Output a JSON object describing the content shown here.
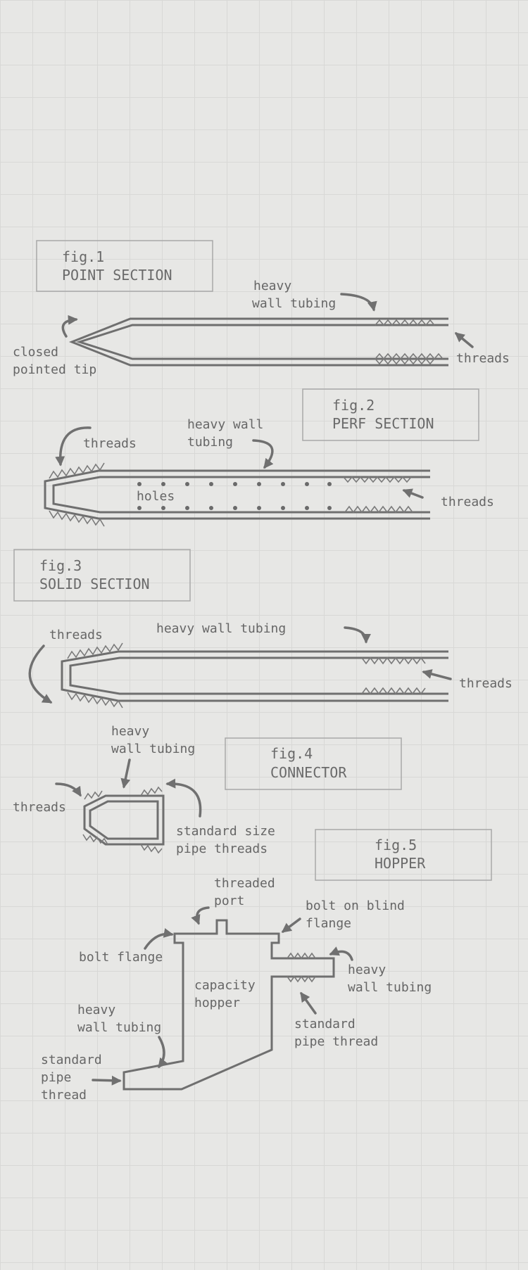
{
  "figures": [
    {
      "id": "fig1",
      "number": "fig.1",
      "title": "POINT SECTION",
      "labels": [
        "heavy",
        "wall tubing",
        "closed",
        "pointed tip",
        "threads"
      ]
    },
    {
      "id": "fig2",
      "number": "fig.2",
      "title": "PERF SECTION",
      "labels": [
        "heavy wall",
        "tubing",
        "threads",
        "holes",
        "threads"
      ]
    },
    {
      "id": "fig3",
      "number": "fig.3",
      "title": "SOLID SECTION",
      "labels": [
        "threads",
        "heavy wall tubing",
        "threads"
      ]
    },
    {
      "id": "fig4",
      "number": "fig.4",
      "title": "CONNECTOR",
      "labels": [
        "heavy",
        "wall tubing",
        "threads",
        "standard size",
        "pipe threads"
      ]
    },
    {
      "id": "fig5",
      "number": "fig.5",
      "title": "HOPPER",
      "labels": [
        "threaded",
        "port",
        "bolt on blind",
        "flange",
        "bolt flange",
        "capacity",
        "hopper",
        "heavy",
        "wall tubing",
        "standard",
        "pipe thread",
        "heavy",
        "wall tubing",
        "standard",
        "pipe",
        "thread"
      ]
    }
  ],
  "colors": {
    "background": "#e7e7e5",
    "grid": "#d8d8d6",
    "ink": "#6f6f6f",
    "box": "#a8a8a8"
  }
}
